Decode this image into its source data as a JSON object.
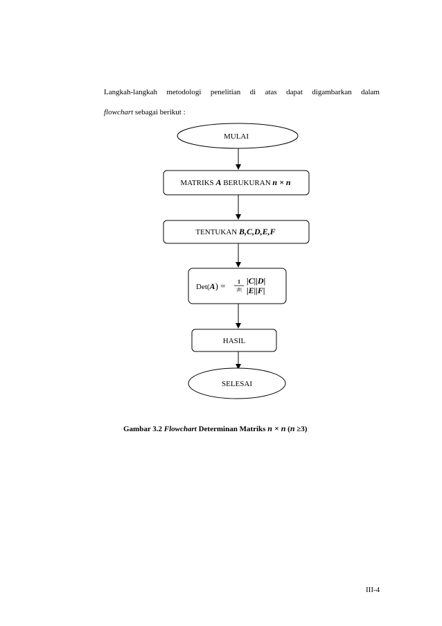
{
  "intro": {
    "line1": "Langkah-langkah metodologi penelitian di atas  dapat digambarkan dalam",
    "line2_italic": "flowchart",
    "line2_rest": " sebagai berikut :"
  },
  "flowchart": {
    "start": "MULAI",
    "step1_prefix": "MATRIKS ",
    "step1_var": "A",
    "step1_mid": " BERUKURAN ",
    "step1_dim": "n × n",
    "step2_prefix": "TENTUKAN ",
    "step2_vars": "B,C,D,E,F",
    "step3_prefix": "Det(",
    "step3_var": "A",
    "step3_suffix": ") =",
    "step3_fraction_num": "1",
    "step3_fraction_den": "|B|",
    "step3_matrix_row1": "|C||D|",
    "step3_matrix_row2": "|E||F|",
    "step4": "HASIL",
    "end": "SELESAI"
  },
  "caption": {
    "prefix": "Gambar 3.2 ",
    "italic": "Flowchart",
    "rest": " Determinan Matriks ",
    "math": "n × n",
    "paren_open": " (",
    "math_n": "n",
    "cond": " ≥3)"
  },
  "page_number": "III-4"
}
